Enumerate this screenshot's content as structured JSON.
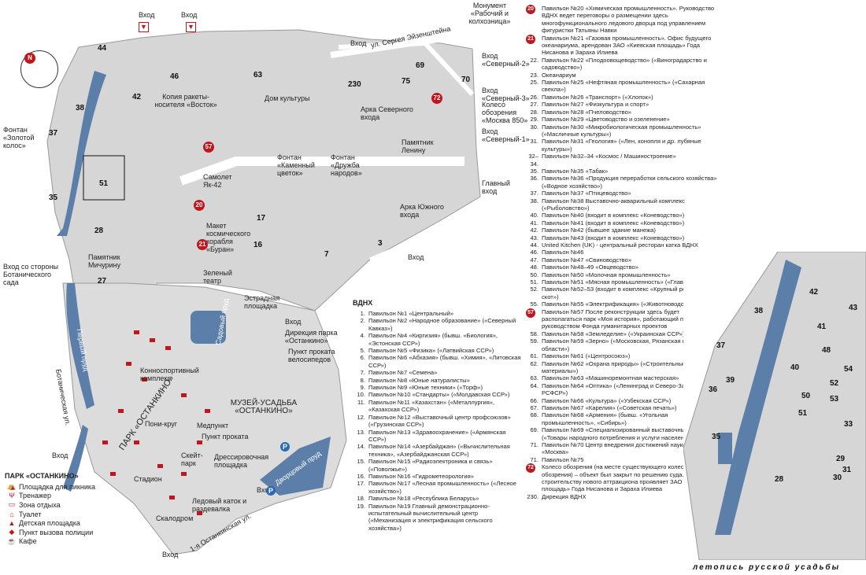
{
  "map_labels": {
    "entrance": "Вход",
    "monument_worker": "Монумент «Рабочий и колхозница»",
    "street_eisenstein": "ул. Сергея Эйзенштейна",
    "entrance_north2": "Вход «Северный-2»",
    "entrance_north3": "Вход «Северный-3»",
    "entrance_north1": "Вход «Северный-1»",
    "ferris": "Колесо обозрения «Москва 850»",
    "main_entrance": "Главный вход",
    "lenin": "Памятник Ленину",
    "arch_north": "Арка Северного входа",
    "arch_south": "Арка Южного входа",
    "culture_house": "Дом культуры",
    "rocket": "Копия ракеты-носителя «Восток»",
    "golden_spike": "Фонтан «Золотой колос»",
    "stone_flower": "Фонтан «Каменный цветок»",
    "friendship": "Фонтан «Дружба народов»",
    "yak42": "Самолет Як-42",
    "buran": "Макет космического корабля «Буран»",
    "green_theatre": "Зеленый театр",
    "estrada": "Эстрадная площадка",
    "park_dir": "Дирекция парка «Останкино»",
    "bike": "Пункт проката велосипедов",
    "botanic_entrance": "Вход со стороны Ботанического сада",
    "michurin": "Памятник Мичурину",
    "horse": "Конноспортивный комплекс",
    "park": "ПАРК «ОСТАНКИНО»",
    "museum": "МУЗЕЙ-УСАДЬБА «ОСТАНКИНО»",
    "pony": "Пони-круг",
    "medpoint": "Медпункт",
    "rental": "Пункт проката",
    "skate": "Скейт-парк",
    "training": "Дрессировочная площадка",
    "stadium": "Стадион",
    "ice": "Ледовый каток и раздевалка",
    "skalodrom": "Скалодром",
    "garden_pond": "Садовый пруд",
    "palace_pond": "Дворцовый пруд",
    "first_pond": "Первый пруд",
    "botanic_st": "Ботаническая ул.",
    "ostankino_st": "1-я Останкинская ул.",
    "p": "P"
  },
  "legend": {
    "title": "ПАРК «ОСТАНКИНО»",
    "items": [
      {
        "icon": "picnic-icon",
        "label": "Площадка для пикника"
      },
      {
        "icon": "trainer-icon",
        "label": "Тренажер"
      },
      {
        "icon": "rest-icon",
        "label": "Зона отдыха"
      },
      {
        "icon": "toilet-icon",
        "label": "Туалет"
      },
      {
        "icon": "playground-icon",
        "label": "Детская площадка"
      },
      {
        "icon": "taxi-icon",
        "label": "Пункт вызова полиции"
      },
      {
        "icon": "cafe-icon",
        "label": "Кафе"
      }
    ]
  },
  "vdnh": {
    "title": "ВДНХ",
    "items": [
      {
        "n": "1.",
        "t": "Павильон №1 «Центральный»"
      },
      {
        "n": "2.",
        "t": "Павильон №2 «Народное образование» («Северный Кавказ»)"
      },
      {
        "n": "4.",
        "t": "Павильон №4 «Киргизия» (бывш. «Биология», «Эстонская ССР»)"
      },
      {
        "n": "5.",
        "t": "Павильон №5 «Физика» («Латвийская ССР»)"
      },
      {
        "n": "6.",
        "t": "Павильон №6 «Абхазия» (бывш. «Химия», «Литовская ССР»)"
      },
      {
        "n": "7.",
        "t": "Павильон №7 «Семена»"
      },
      {
        "n": "8.",
        "t": "Павильон №8 «Юные натуралисты»"
      },
      {
        "n": "9.",
        "t": "Павильон №9 «Юные техники» («Торф»)"
      },
      {
        "n": "10.",
        "t": "Павильон №10 «Стандарты» («Молдавская ССР»)"
      },
      {
        "n": "11.",
        "t": "Павильон №11 «Казахстан» («Металлургия», «Казахская ССР»)"
      },
      {
        "n": "12.",
        "t": "Павильон №12 «Выставочный центр профсоюзов» («Грузинская ССР»)"
      },
      {
        "n": "13.",
        "t": "Павильон №13 «Здравоохранение» («Армянская ССР»)"
      },
      {
        "n": "14.",
        "t": "Павильон №14 «Азербайджан» («Вычислительная техника», «Азербайджанская ССР»)"
      },
      {
        "n": "15.",
        "t": "Павильон №15 «Радиоэлектроника и связь» («Поволжье»)"
      },
      {
        "n": "16.",
        "t": "Павильон №16 «Гидрометеорология»"
      },
      {
        "n": "17.",
        "t": "Павильон №17 «Лесная промышленность» («Лесное хозяйство»)"
      },
      {
        "n": "18.",
        "t": "Павильон №18 «Республика Беларусь»"
      },
      {
        "n": "19.",
        "t": "Павильон №19 Главный демонстрационно-испытательный вычислительный центр («Механизация и электрификация сельского хозяйства»)"
      }
    ]
  },
  "vdnh_right": [
    {
      "n": "20",
      "red": true,
      "t": "Павильон №20 «Химическая промышленность». Руководство ВДНХ ведет переговоры о размещении здесь многофункционального ледового дворца под управлением фигуристки Татьяны Навки"
    },
    {
      "n": "21",
      "red": true,
      "t": "Павильон №21 «Газовая промышленность». Офис будущего океанариума, арендован ЗАО «Киевская площадь» Года Нисанова и Зараха Илиева"
    },
    {
      "n": "22.",
      "t": "Павильон №22 «Плодоовощеводство» («Виноградарство и садоводство»)"
    },
    {
      "n": "23.",
      "t": "Океанариум"
    },
    {
      "n": "25.",
      "t": "Павильон №25 «Нефтяная промышленность» («Сахарная свекла»)"
    },
    {
      "n": "26.",
      "t": "Павильон №26 «Транспорт» («Хлопок»)"
    },
    {
      "n": "27.",
      "t": "Павильон №27 «Физкультура и спорт»"
    },
    {
      "n": "28.",
      "t": "Павильон №28 «Пчеловодство»"
    },
    {
      "n": "29.",
      "t": "Павильон №29 «Цветоводство и озеленение»"
    },
    {
      "n": "30.",
      "t": "Павильон №30 «Микробиологическая промышленность» («Масличные культуры»)"
    },
    {
      "n": "31.",
      "t": "Павильон №31 «Геология» («Лен, конопля и др. лубяные культуры»)"
    },
    {
      "n": "32–34.",
      "t": "Павильон №32–34 «Космос / Машиностроение»"
    },
    {
      "n": "35.",
      "t": "Павильон №35 «Табак»"
    },
    {
      "n": "36.",
      "t": "Павильон №36 «Продукция переработки сельского хозяйства» («Водное хозяйство»)"
    },
    {
      "n": "37.",
      "t": "Павильон №37 «Птицеводство»"
    },
    {
      "n": "38.",
      "t": "Павильон №38 Выставочно-акварильный комплекс («Рыболовство»)"
    },
    {
      "n": "40.",
      "t": "Павильон №40 (входит в комплекс «Коневодство»)"
    },
    {
      "n": "41.",
      "t": "Павильон №41 (входит в комплекс «Коневодство»)"
    },
    {
      "n": "42.",
      "t": "Павильон №42 (бывшее здание манежа)"
    },
    {
      "n": "43.",
      "t": "Павильон №43 (входит в комплекс «Коневодство»)"
    },
    {
      "n": "44.",
      "t": "United Kitchen (UK) - центральный ресторан катка ВДНХ"
    },
    {
      "n": "46.",
      "t": "Павильон №46"
    },
    {
      "n": "47.",
      "t": "Павильон №47 «Свиноводство»"
    },
    {
      "n": "48.",
      "t": "Павильон №48–49 «Овцеводство»"
    },
    {
      "n": "50.",
      "t": "Павильон №50 «Молочная промышленность»"
    },
    {
      "n": "51.",
      "t": "Павильон №51 «Мясная промышленность» («Главмясо»)"
    },
    {
      "n": "52.",
      "t": "Павильон №52–53 (входит в комплекс «Крупный рогатый скот»)"
    },
    {
      "n": "55.",
      "t": "Павильон №55 «Электрификация» («Животноводство»)"
    },
    {
      "n": "57",
      "red": true,
      "t": "Павильон №57 После реконструкции здесь будет располагаться парк «Моя история», работающий под руководством Фонда гуманитарных проектов"
    },
    {
      "n": "58.",
      "t": "Павильон №58 «Земледелие» («Украинская ССР»)"
    },
    {
      "n": "59.",
      "t": "Павильон №59 «Зерно» («Московская, Рязанская и Тульская области»)"
    },
    {
      "n": "61.",
      "t": "Павильон №61 («Центросоюз»)"
    },
    {
      "n": "62.",
      "t": "Павильон №62 «Охрана природы» («Строительные материалы»)"
    },
    {
      "n": "63.",
      "t": "Павильон №63 «Машиноремонтная мастерская»"
    },
    {
      "n": "64.",
      "t": "Павильон №64 «Оптика» («Ленинград и Северо-Запад РСФСР»)"
    },
    {
      "n": "66.",
      "t": "Павильон №66 «Культура» («Узбекская ССР»)"
    },
    {
      "n": "67.",
      "t": "Павильон №67 «Карелия» («Советская печать»)"
    },
    {
      "n": "68.",
      "t": "Павильон №68 «Армения» (бывш. «Угольная промышленность», «Сибирь»)"
    },
    {
      "n": "69.",
      "t": "Павильон №69 «Специализированный выставочный центр» («Товары народного потребления и услуги населению»)"
    },
    {
      "n": "71.",
      "t": "Павильон №70 Центр внедрения достижений науки и техники «Москва»"
    },
    {
      "n": "71.",
      "t": "Павильон №75"
    },
    {
      "n": "72",
      "red": true,
      "t": "Колесо обозрения (на месте существующего колеса обозрения) – объект был закрыт по решению суда. Интерес к строительству нового аттракциона проявляет ЗАО «Киевская площадь» Года Нисанова и Зараха Илиева"
    },
    {
      "n": "230.",
      "t": "Дирекция ВДНХ"
    }
  ],
  "signature": "летопись русской усадьбы",
  "colors": {
    "accent": "#c0161d",
    "water": "#5b7fa8",
    "land": "#d8d8d8",
    "road": "#ffffff"
  }
}
